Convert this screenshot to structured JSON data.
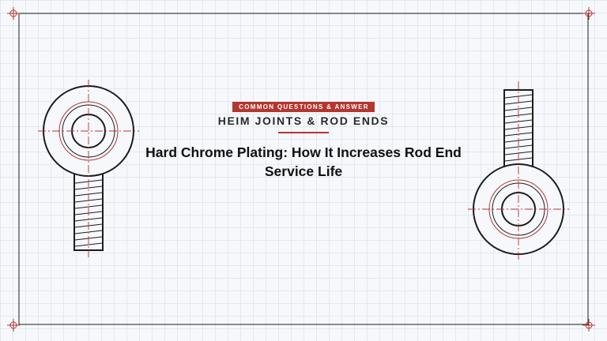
{
  "header": {
    "badge": "COMMON QUESTIONS & ANSWER",
    "category": "HEIM JOINTS & ROD ENDS",
    "title": "Hard Chrome Plating: How It Increases Rod End Service Life"
  },
  "colors": {
    "accent": "#b5352f",
    "line": "#1c1c1c",
    "grid": "#e3e8ef",
    "background": "#f6f8fb"
  }
}
